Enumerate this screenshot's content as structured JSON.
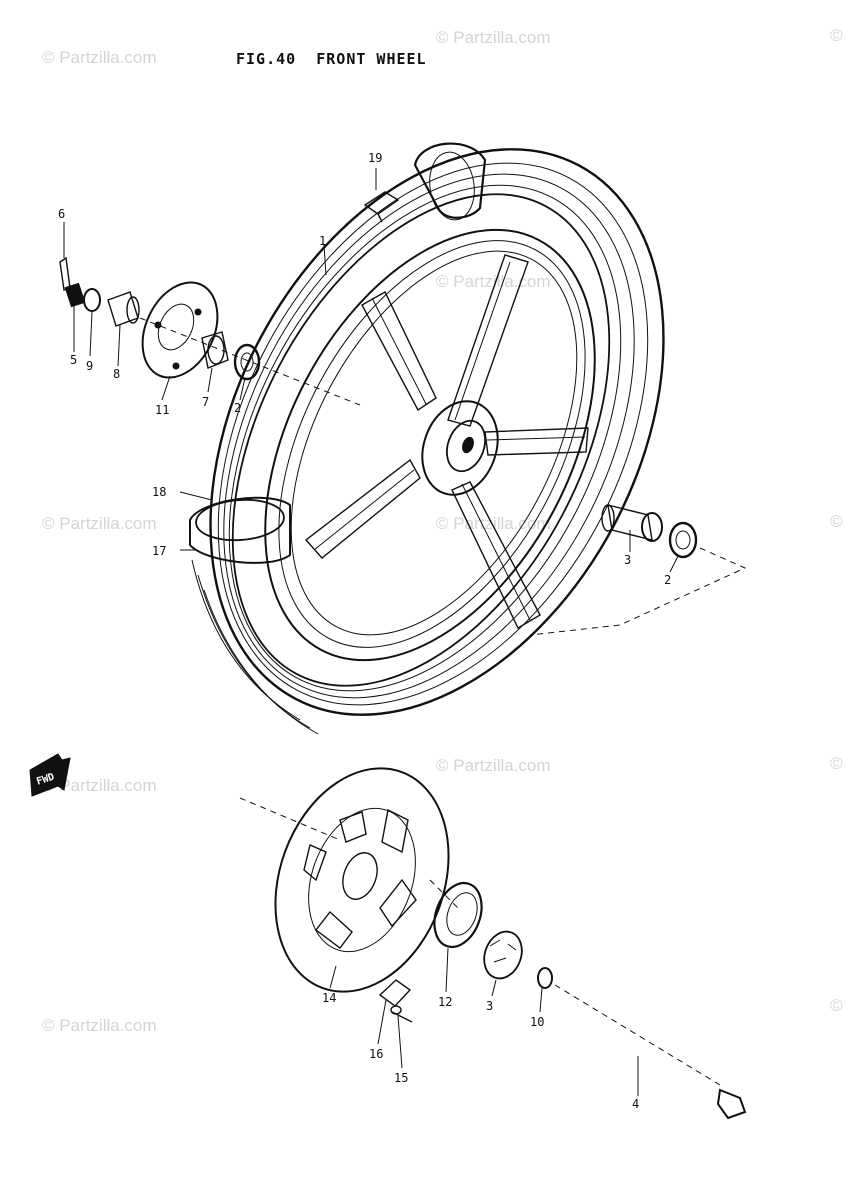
{
  "figure": {
    "title": "FIG.40  FRONT WHEEL"
  },
  "watermark": {
    "text": "© Partzilla.com",
    "corner": "©"
  },
  "direction_marker": {
    "label": "FWD"
  },
  "callouts": [
    {
      "id": "1",
      "label": "1"
    },
    {
      "id": "2a",
      "label": "2"
    },
    {
      "id": "2b",
      "label": "2"
    },
    {
      "id": "3a",
      "label": "3"
    },
    {
      "id": "3b",
      "label": "3"
    },
    {
      "id": "4",
      "label": "4"
    },
    {
      "id": "5",
      "label": "5"
    },
    {
      "id": "6",
      "label": "6"
    },
    {
      "id": "7",
      "label": "7"
    },
    {
      "id": "8",
      "label": "8"
    },
    {
      "id": "9",
      "label": "9"
    },
    {
      "id": "10",
      "label": "10"
    },
    {
      "id": "11",
      "label": "11"
    },
    {
      "id": "12",
      "label": "12"
    },
    {
      "id": "14",
      "label": "14"
    },
    {
      "id": "15",
      "label": "15"
    },
    {
      "id": "16",
      "label": "16"
    },
    {
      "id": "17",
      "label": "17"
    },
    {
      "id": "18",
      "label": "18"
    },
    {
      "id": "19",
      "label": "19"
    }
  ],
  "colors": {
    "ink": "#111111",
    "watermark": "#d4d4d4",
    "background": "#ffffff"
  }
}
